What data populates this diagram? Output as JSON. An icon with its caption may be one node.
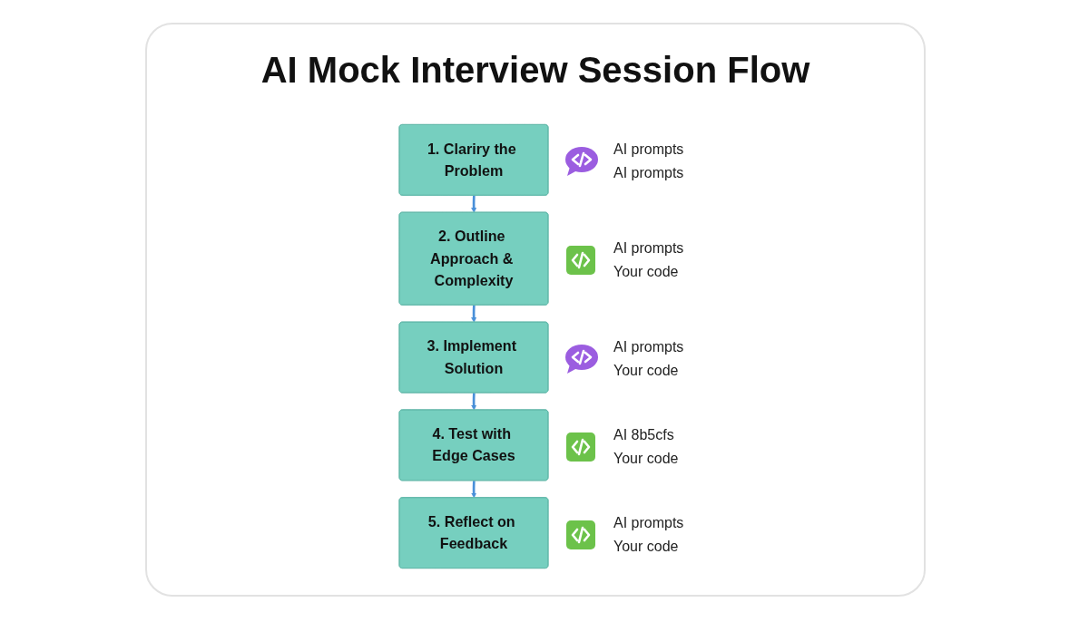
{
  "diagram": {
    "title": "AI Mock Interview Session Flow",
    "nodes": [
      {
        "text": [
          "1. Clariry the Problem"
        ],
        "beside": [
          "AI prompts",
          "AI prompts"
        ]
      },
      {
        "text": [
          "2. Outline Approach & Complexity"
        ],
        "beside": [
          "AI prompts",
          "Your code"
        ]
      },
      {
        "text": [
          "3. Implement Solution"
        ],
        "beside": [
          "AI prompts",
          "Your code"
        ]
      },
      {
        "text": [
          "4. Test with Edge Cases"
        ],
        "beside": [
          "AI 8b5cfs",
          "Your code"
        ]
      },
      {
        "text": [
          "5. Reflect on Feedback"
        ],
        "beside": [
          "AI prompts",
          "Your code"
        ]
      }
    ],
    "edges": [
      {
        "from": 0,
        "to": 1,
        "arrow": "to"
      },
      {
        "from": 1,
        "to": 2,
        "arrow": "to"
      },
      {
        "from": 2,
        "to": 3,
        "arrow": "to"
      },
      {
        "from": 3,
        "to": 4,
        "arrow": "to"
      }
    ]
  }
}
